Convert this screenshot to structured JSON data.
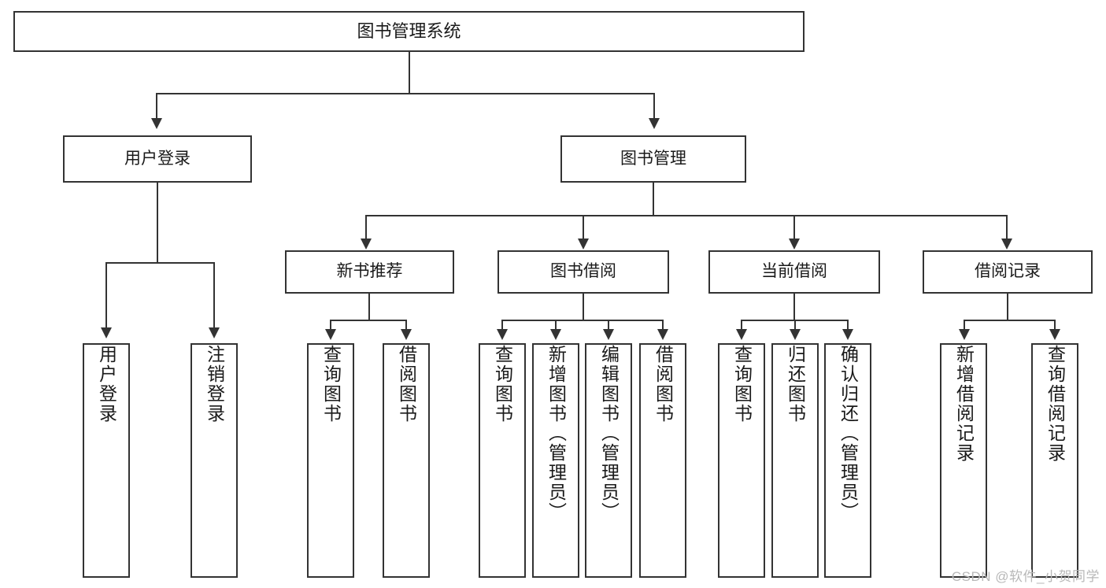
{
  "diagram": {
    "title": "图书管理系统",
    "type": "tree-hierarchy",
    "root": {
      "label": "图书管理系统"
    },
    "level1": [
      {
        "label": "用户登录"
      },
      {
        "label": "图书管理"
      }
    ],
    "level2": [
      {
        "label": "新书推荐"
      },
      {
        "label": "图书借阅"
      },
      {
        "label": "当前借阅"
      },
      {
        "label": "借阅记录"
      }
    ],
    "leaves": {
      "user_login": [
        {
          "label": "用户登录"
        },
        {
          "label": "注销登录"
        }
      ],
      "new_book_recommend": [
        {
          "label": "查询图书"
        },
        {
          "label": "借阅图书"
        }
      ],
      "book_borrow": [
        {
          "label": "查询图书"
        },
        {
          "label": "新增图书（管理员）"
        },
        {
          "label": "编辑图书（管理员）"
        },
        {
          "label": "借阅图书"
        }
      ],
      "current_borrow": [
        {
          "label": "查询图书"
        },
        {
          "label": "归还图书"
        },
        {
          "label": "确认归还（管理员）"
        }
      ],
      "borrow_record": [
        {
          "label": "新增借阅记录"
        },
        {
          "label": "查询借阅记录"
        }
      ]
    }
  },
  "watermark": {
    "text": "CSDN @软件_小贺同学"
  },
  "colors": {
    "stroke": "#333333",
    "background": "#ffffff",
    "text": "#1a1a1a",
    "watermark": "#b8b8b8"
  }
}
